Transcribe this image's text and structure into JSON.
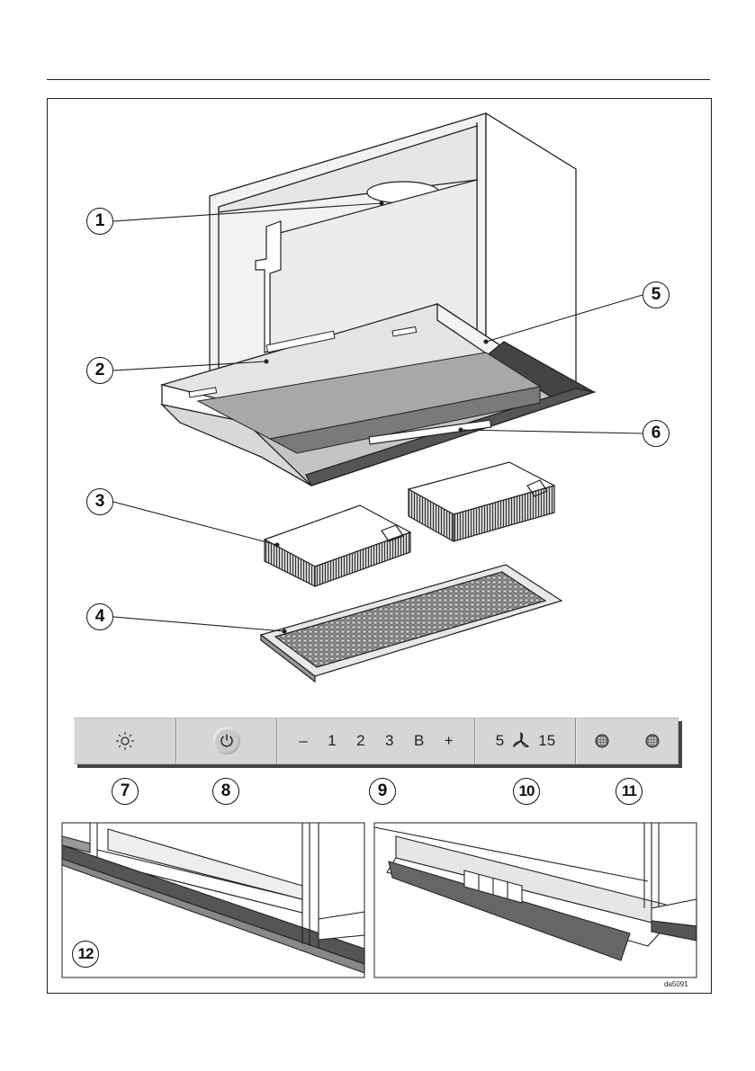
{
  "callouts": {
    "c1": "1",
    "c2": "2",
    "c3": "3",
    "c4": "4",
    "c5": "5",
    "c6": "6",
    "c7": "7",
    "c8": "8",
    "c9": "9",
    "c10": "10",
    "c11": "11",
    "c12": "12"
  },
  "control_panel": {
    "light_icon": "sun-icon",
    "power_icon": "power-icon",
    "fan_speeds": [
      "–",
      "1",
      "2",
      "3",
      "B",
      "+"
    ],
    "timer_left": "5",
    "timer_icon": "fan-icon",
    "timer_right": "15",
    "filter_indicators": [
      "filter-indicator-grease",
      "filter-indicator-charcoal"
    ]
  },
  "drawing_code": "da5091",
  "colors": {
    "line": "#222222",
    "panel": "#d6d6d6",
    "filter": "#555555"
  }
}
